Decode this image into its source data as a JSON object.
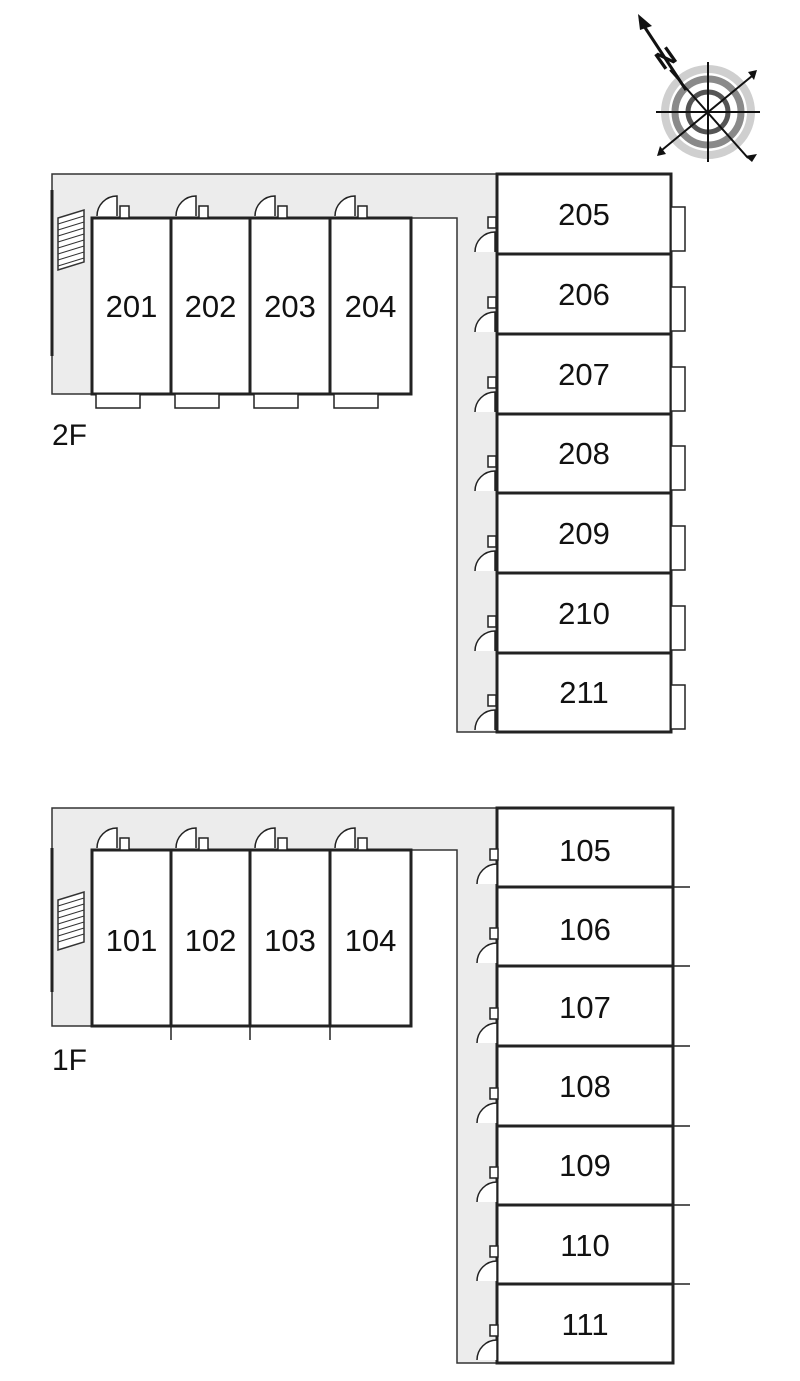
{
  "compass": {
    "north_label": "N",
    "icon": "compass-icon"
  },
  "floors": [
    {
      "id": "2f",
      "label": "2F",
      "row_rooms": [
        "201",
        "202",
        "203",
        "204"
      ],
      "column_rooms": [
        "205",
        "206",
        "207",
        "208",
        "209",
        "210",
        "211"
      ]
    },
    {
      "id": "1f",
      "label": "1F",
      "row_rooms": [
        "101",
        "102",
        "103",
        "104"
      ],
      "column_rooms": [
        "105",
        "106",
        "107",
        "108",
        "109",
        "110",
        "111"
      ]
    }
  ],
  "colors": {
    "wall": "#222222",
    "corridor": "#ececec",
    "background": "#ffffff"
  }
}
